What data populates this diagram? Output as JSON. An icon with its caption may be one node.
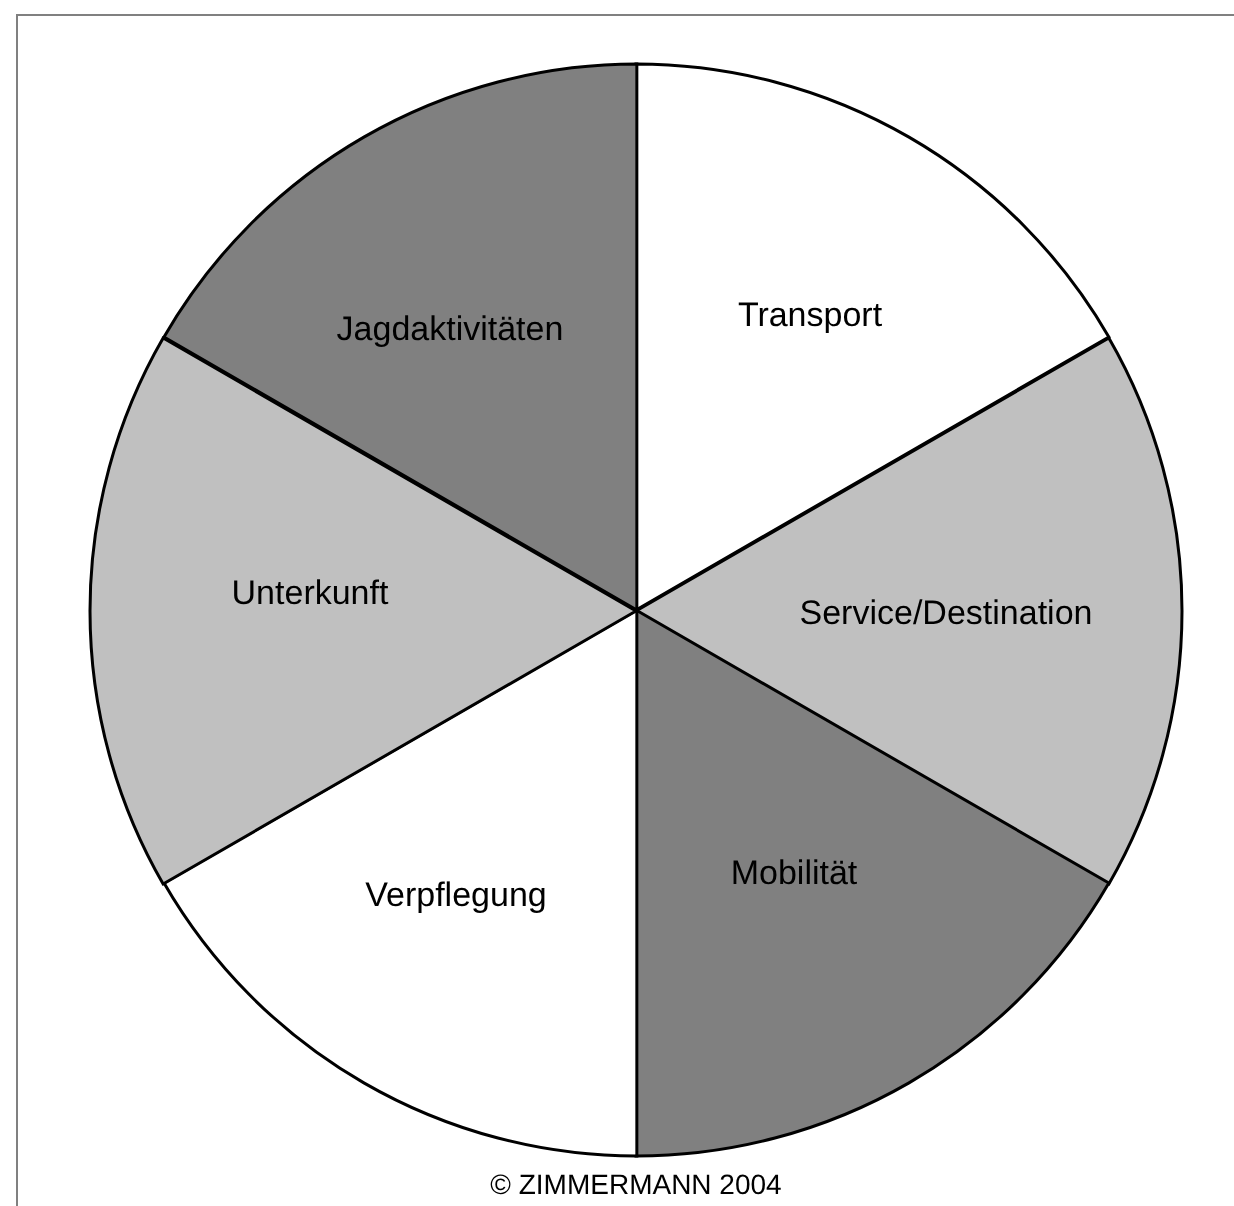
{
  "diagram": {
    "nodes": [
      {
        "text": [
          "Transport"
        ]
      },
      {
        "text": [
          "Service/Destination"
        ]
      },
      {
        "text": [
          "Mobilität"
        ]
      },
      {
        "text": [
          "Verpflegung"
        ]
      },
      {
        "text": [
          "Unterkunft"
        ]
      },
      {
        "text": [
          "Jagdaktivitäten"
        ]
      }
    ],
    "labels": [
      "© ZIMMERMANN 2004"
    ]
  }
}
